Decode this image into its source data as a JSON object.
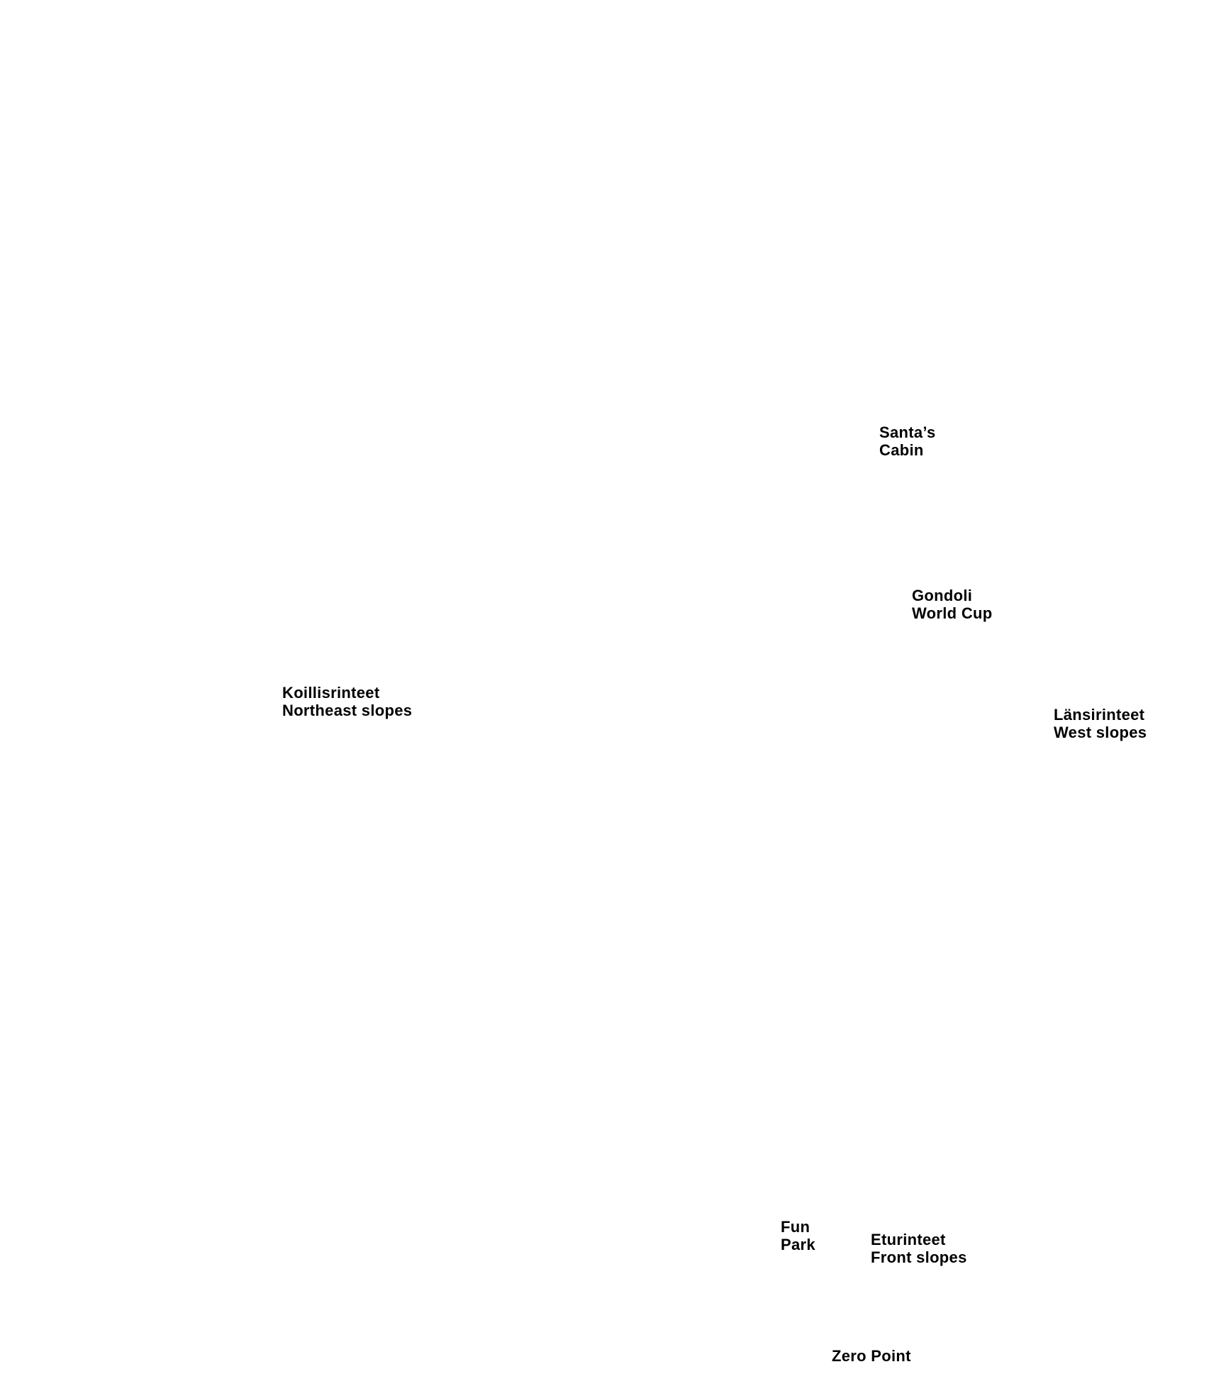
{
  "map": {
    "labels": {
      "santas_cabin": {
        "line1": "Santa’s",
        "line2": "Cabin"
      },
      "gondoli": {
        "line1": "Gondoli",
        "line2": "World Cup"
      },
      "northeast_slopes": {
        "line1": "Koillisrinteet",
        "line2": "Northeast slopes"
      },
      "west_slopes": {
        "line1": "Länsirinteet",
        "line2": "West slopes"
      },
      "fun_park": {
        "line1": "Fun",
        "line2": "Park"
      },
      "front_slopes": {
        "line1": "Eturinteet",
        "line2": "Front slopes"
      },
      "zero_point": {
        "line1": "Zero Point"
      }
    }
  }
}
